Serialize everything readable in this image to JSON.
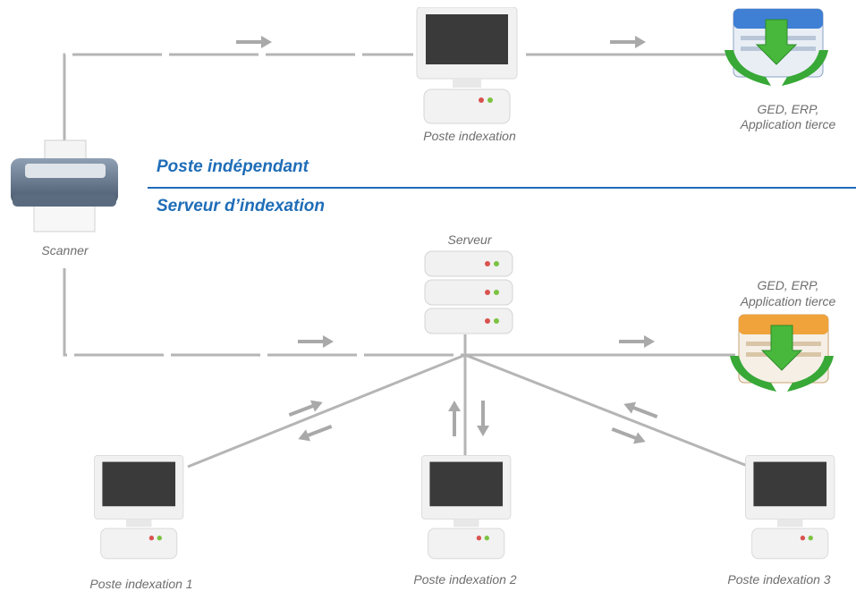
{
  "colors": {
    "accent": "#1f6db8",
    "connector": "#b5b5b5",
    "arrow": "#a9a9a9"
  },
  "sections": {
    "standalone": "Poste indépendant",
    "server": "Serveur d’indexation"
  },
  "labels": {
    "scanner": "Scanner",
    "top_workstation": "Poste indexation",
    "top_app": [
      "GED, ERP,",
      "Application tierce"
    ],
    "server": "Serveur",
    "bottom_app": [
      "GED, ERP,",
      "Application tierce"
    ],
    "workstation_1": "Poste indexation 1",
    "workstation_2": "Poste indexation 2",
    "workstation_3": "Poste indexation 3"
  },
  "icons": {
    "scanner": "printer-scanner-icon",
    "workstation": "desktop-computer-icon",
    "server": "server-rack-icon",
    "application": "document-app-icon",
    "flow": "arrow-icon"
  }
}
